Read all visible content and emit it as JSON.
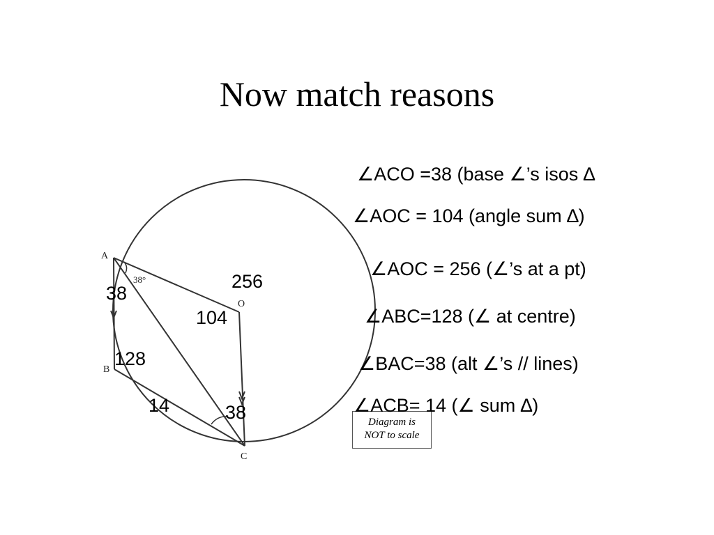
{
  "title": "Now match reasons",
  "points": {
    "A": "A",
    "B": "B",
    "C": "C",
    "O": "O"
  },
  "angle_marks": {
    "given": "38°"
  },
  "values": {
    "v38_top": "38",
    "v256": "256",
    "v104": "104",
    "v128": "128",
    "v14": "14",
    "v38_bottom": "38"
  },
  "reasons": [
    "∠ACO =38 (base ∠’s isos ∆",
    "∠AOC = 104 (angle sum ∆)",
    "∠AOC = 256 (∠’s at a pt)",
    "∠ABC=128 (∠ at centre)",
    "∠BAC=38 (alt ∠’s // lines)",
    "∠ACB= 14 (∠ sum ∆)"
  ],
  "note": {
    "line1": "Diagram is",
    "line2": "NOT to scale"
  }
}
